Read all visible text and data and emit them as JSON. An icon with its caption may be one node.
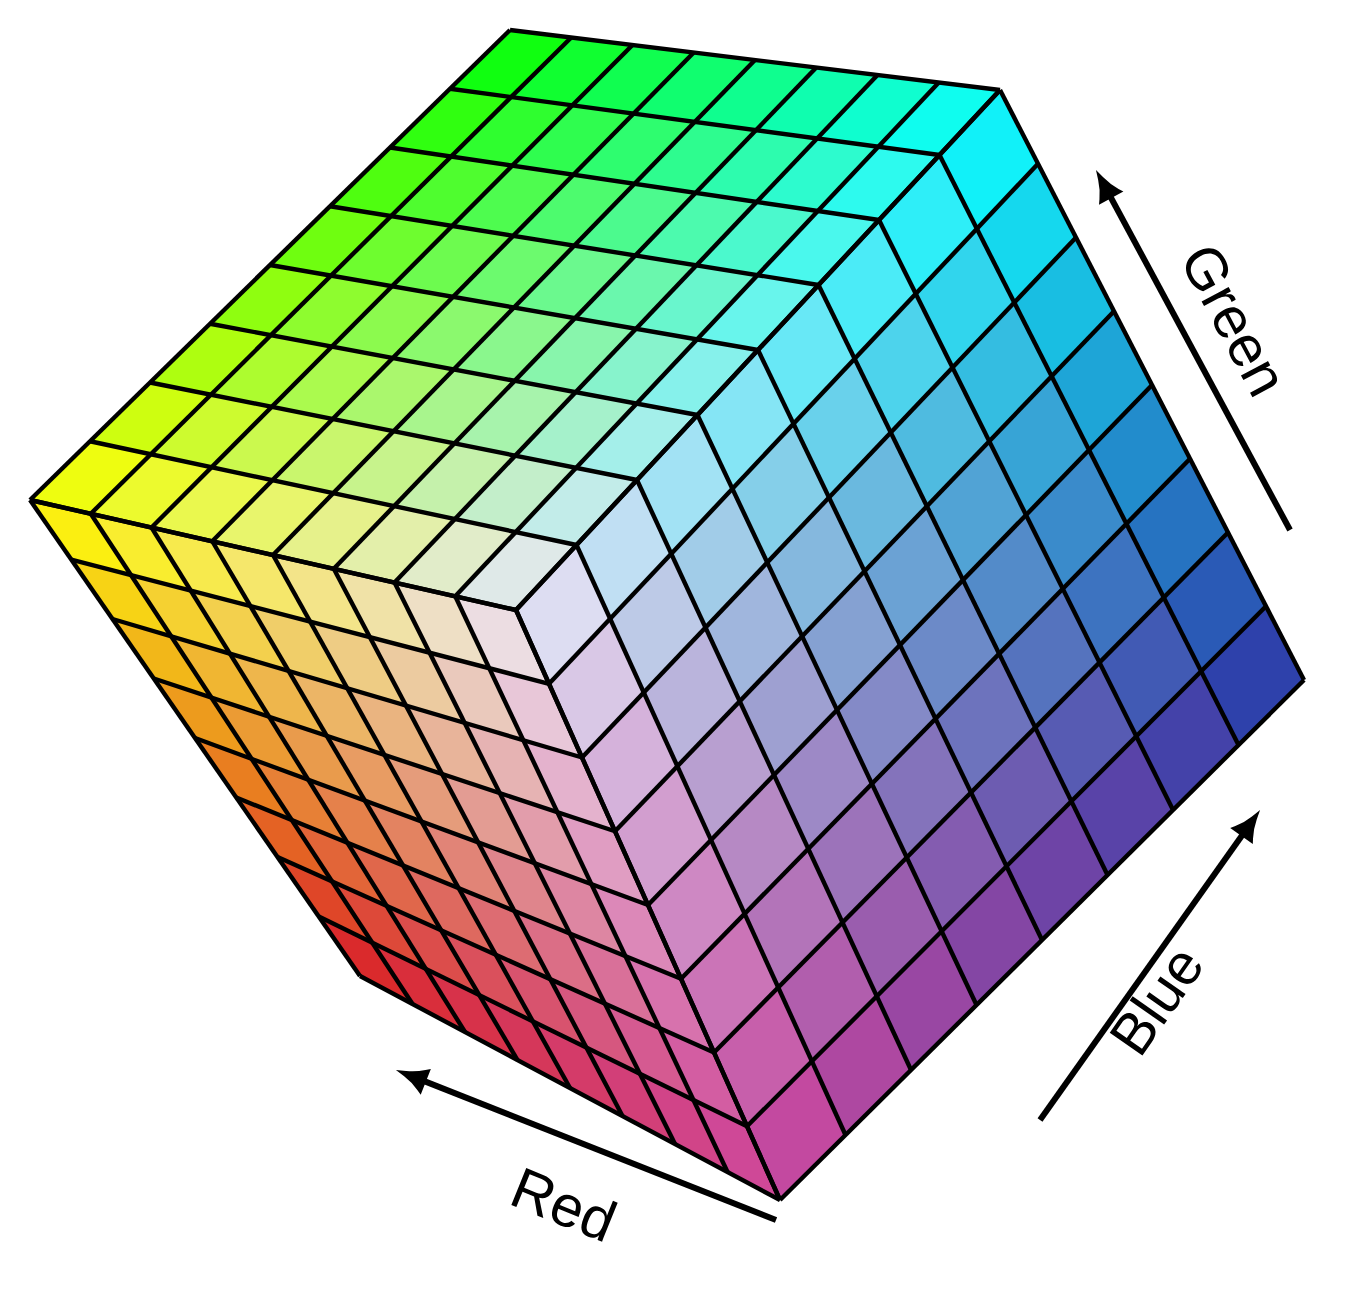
{
  "diagram": {
    "labels": [
      "Green",
      "Blue",
      "Red"
    ]
  }
}
